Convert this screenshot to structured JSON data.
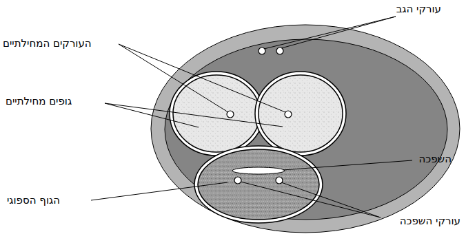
{
  "diagram": {
    "labels": [
      "עורקי הגב",
      "העורקים המחילתיים",
      "גופים מחילתיים",
      "השפכה",
      "הגוף הספוגי",
      "עורקי השפכה"
    ]
  }
}
